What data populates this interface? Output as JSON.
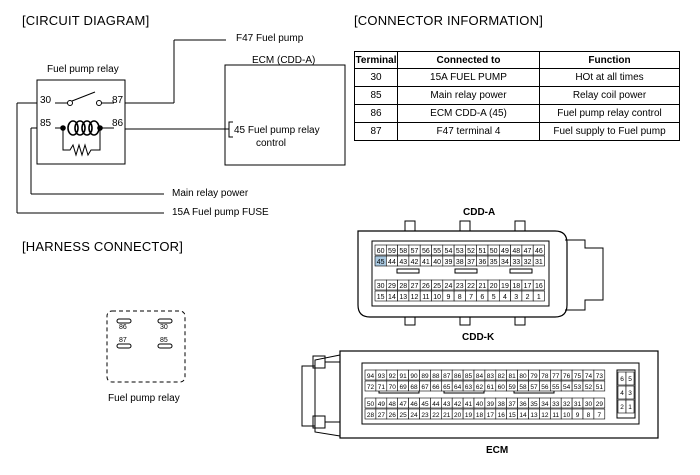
{
  "headers": {
    "circuit": "[CIRCUIT DIAGRAM]",
    "connector": "[CONNECTOR INFORMATION]",
    "harness": "[HARNESS CONNECTOR]"
  },
  "circuit": {
    "relay_title": "Fuel pump relay",
    "pin30": "30",
    "pin87": "87",
    "pin85": "85",
    "pin86": "86",
    "ecm_title": "ECM (CDD-A)",
    "ecm_pin_line1": "45 Fuel pump relay",
    "ecm_pin_line2": "control",
    "f47_label": "F47 Fuel pump",
    "main_relay_label": "Main relay power",
    "fuse_label": "15A Fuel pump FUSE"
  },
  "table": {
    "columns": [
      "Terminal",
      "Connected to",
      "Function"
    ],
    "rows": [
      [
        "30",
        "15A FUEL PUMP",
        "HOt at all times"
      ],
      [
        "85",
        "Main relay power",
        "Relay coil power"
      ],
      [
        "86",
        "ECM CDD-A (45)",
        "Fuel pump relay control"
      ],
      [
        "87",
        "F47 terminal 4",
        "Fuel supply to Fuel pump"
      ]
    ]
  },
  "harness": {
    "pin86": "86",
    "pin30": "30",
    "pin87": "87",
    "pin85": "85",
    "caption": "Fuel pump relay"
  },
  "cdd_a": {
    "title": "CDD-A",
    "row1": [
      "60",
      "59",
      "58",
      "57",
      "56",
      "55",
      "54",
      "53",
      "52",
      "51",
      "50",
      "49",
      "48",
      "47",
      "46"
    ],
    "row2": [
      "45",
      "44",
      "43",
      "42",
      "41",
      "40",
      "39",
      "38",
      "37",
      "36",
      "35",
      "34",
      "33",
      "32",
      "31"
    ],
    "row3": [
      "30",
      "29",
      "28",
      "27",
      "26",
      "25",
      "24",
      "23",
      "22",
      "21",
      "20",
      "19",
      "18",
      "17",
      "16"
    ],
    "row4": [
      "15",
      "14",
      "13",
      "12",
      "11",
      "10",
      "9",
      "8",
      "7",
      "6",
      "5",
      "4",
      "3",
      "2",
      "1"
    ],
    "highlight": "45",
    "highlight_color": "#a8c8e0"
  },
  "cdd_k": {
    "title": "CDD-K",
    "row1": [
      "94",
      "93",
      "92",
      "91",
      "90",
      "89",
      "88",
      "87",
      "86",
      "85",
      "84",
      "83",
      "82",
      "81",
      "80",
      "79",
      "78",
      "77",
      "76",
      "75",
      "74",
      "73"
    ],
    "row2": [
      "72",
      "71",
      "70",
      "69",
      "68",
      "67",
      "66",
      "65",
      "64",
      "63",
      "62",
      "61",
      "60",
      "59",
      "58",
      "57",
      "56",
      "55",
      "54",
      "53",
      "52",
      "51"
    ],
    "row3": [
      "50",
      "49",
      "48",
      "47",
      "46",
      "45",
      "44",
      "43",
      "42",
      "41",
      "40",
      "39",
      "38",
      "37",
      "36",
      "35",
      "34",
      "33",
      "32",
      "31",
      "30",
      "29"
    ],
    "row4": [
      "28",
      "27",
      "26",
      "25",
      "24",
      "23",
      "22",
      "21",
      "20",
      "19",
      "18",
      "17",
      "16",
      "15",
      "14",
      "13",
      "12",
      "11",
      "10",
      "9",
      "8",
      "7"
    ],
    "side": [
      "6",
      "5",
      "4",
      "3",
      "2",
      "1"
    ],
    "ecm_label": "ECM"
  }
}
